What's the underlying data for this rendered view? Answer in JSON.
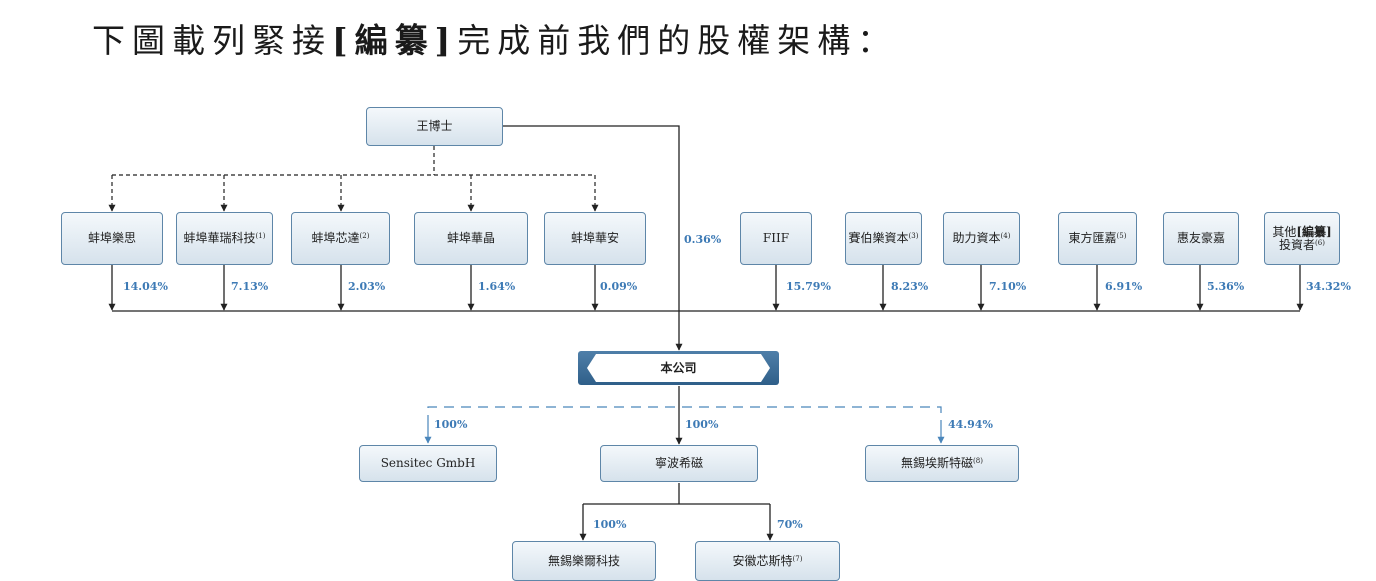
{
  "heading": {
    "before": "下圖載列緊接",
    "bracket": "[編纂]",
    "after": "完成前我們的股權架構："
  },
  "chart": {
    "founder": "王博士",
    "founder_direct_pct": "0.36%",
    "holders": [
      {
        "name": "蚌埠樂思",
        "note": "",
        "pct": "14.04%"
      },
      {
        "name": "蚌埠華瑞科技",
        "note": "(1)",
        "pct": "7.13%"
      },
      {
        "name": "蚌埠芯達",
        "note": "(2)",
        "pct": "2.03%"
      },
      {
        "name": "蚌埠華晶",
        "note": "",
        "pct": "1.64%"
      },
      {
        "name": "蚌埠華安",
        "note": "",
        "pct": "0.09%"
      },
      {
        "name": "FIIF",
        "note": "",
        "pct": "15.79%"
      },
      {
        "name": "賽伯樂資本",
        "note": "(3)",
        "pct": "8.23%"
      },
      {
        "name": "助力資本",
        "note": "(4)",
        "pct": "7.10%"
      },
      {
        "name": "東方匯嘉",
        "note": "(5)",
        "pct": "6.91%"
      },
      {
        "name": "惠友豪嘉",
        "note": "",
        "pct": "5.36%"
      },
      {
        "name": "其他",
        "bracket": "[編纂]",
        "line2": "投資者",
        "note": "(6)",
        "pct": "34.32%"
      }
    ],
    "company": "本公司",
    "subsidiaries": [
      {
        "name": "Sensitec GmbH",
        "note": "",
        "pct": "100%"
      },
      {
        "name": "寧波希磁",
        "note": "",
        "pct": "100%"
      },
      {
        "name": "無錫埃斯特磁",
        "note": "(8)",
        "pct": "44.94%"
      }
    ],
    "sub_subsidiaries": [
      {
        "name": "無錫樂爾科技",
        "note": "",
        "pct": "100%"
      },
      {
        "name": "安徽芯斯特",
        "note": "(7)",
        "pct": "70%"
      }
    ]
  }
}
